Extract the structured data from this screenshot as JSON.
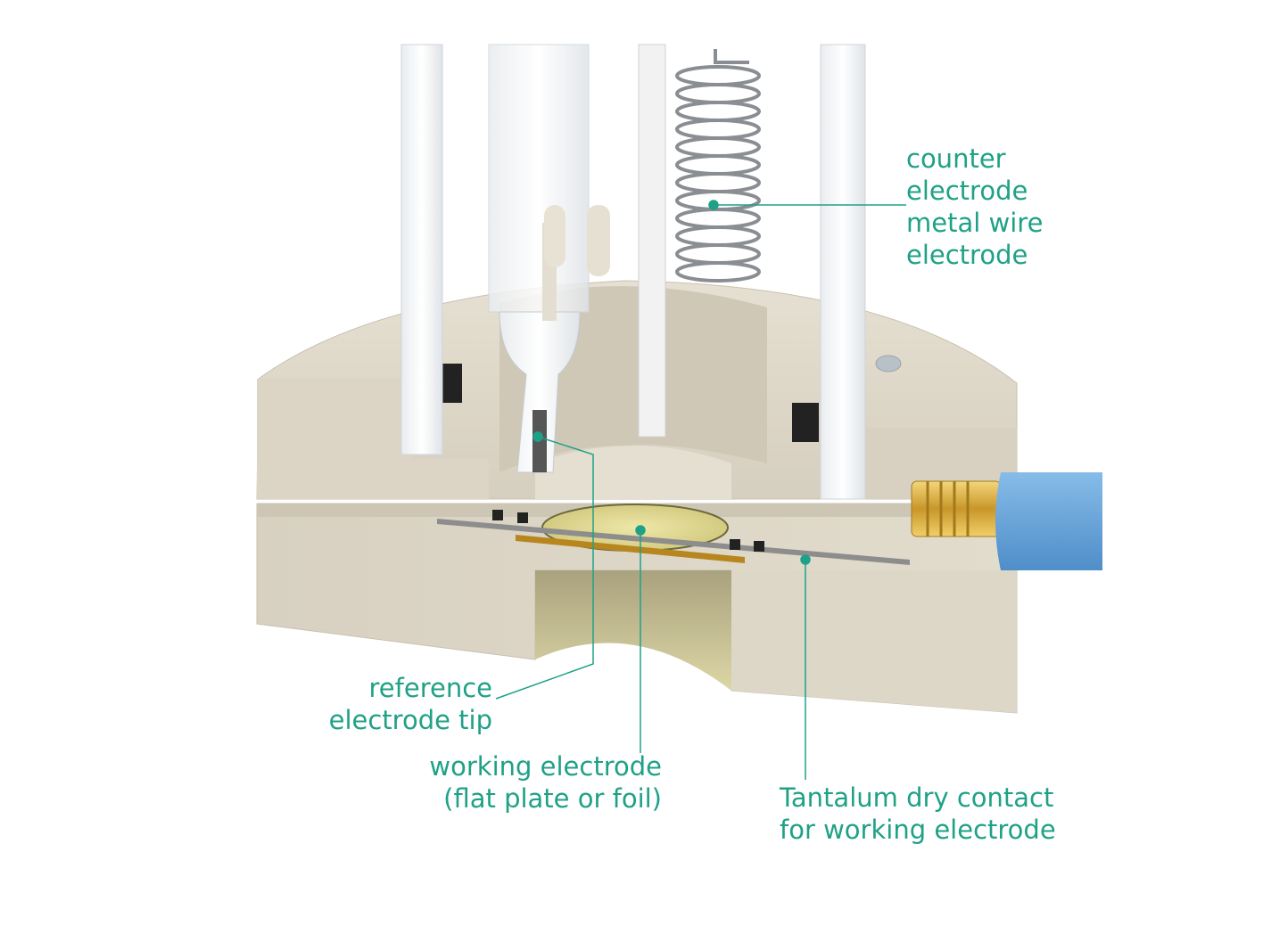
{
  "colors": {
    "label_teal": "#1fa187",
    "housing_beige": "#dcd6c8",
    "housing_shadow": "#bfb8a8",
    "gasket_black": "#222222",
    "connector_gold": "#d8ae3a",
    "cable_blue": "#6aa7dc",
    "sample_yellow": "#e9e3a0"
  },
  "labels": {
    "counter_electrode": [
      "counter",
      "electrode",
      "metal wire",
      "electrode"
    ],
    "reference_electrode": [
      "reference",
      "electrode tip"
    ],
    "working_electrode": [
      "working electrode",
      "(flat plate or foil)"
    ],
    "tantalum_contact": [
      "Tantalum dry contact",
      "for working electrode"
    ]
  }
}
